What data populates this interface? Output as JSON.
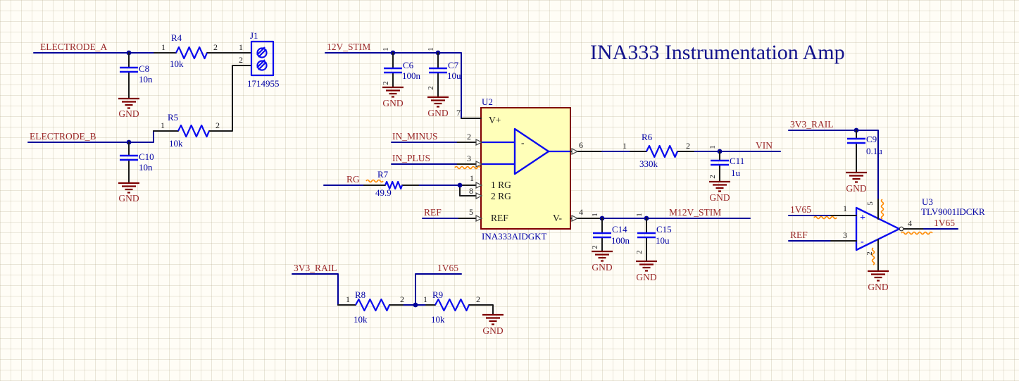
{
  "palette": {
    "background": "#FFFDF6",
    "grid_line": "#E6E0CE",
    "wire_blue": "#000099",
    "component_blue": "#0B0BEE",
    "designator_text": "#0000A5",
    "net_label_text": "#9A2828",
    "gnd_symbol": "#7D0000",
    "part_fill": "#FFFFB9",
    "part_border": "#800000",
    "pin_text": "#1A1A1A",
    "warning_squiggle": "#FF8A00",
    "title_text": "#14148C"
  },
  "title": "INA333 Instrumentation Amp",
  "shared": {
    "pin1": "1",
    "pin2": "2",
    "gnd": "GND"
  },
  "nets": {
    "electrode_a": "ELECTRODE_A",
    "electrode_b": "ELECTRODE_B",
    "stim_12v": "12V_STIM",
    "in_minus": "IN_MINUS",
    "in_plus": "IN_PLUS",
    "rg": "RG",
    "ref": "REF",
    "vin": "VIN",
    "m12v_stim": "M12V_STIM",
    "rail_3v3": "3V3_RAIL",
    "v165": "1V65"
  },
  "components": {
    "r4": {
      "ref": "R4",
      "value": "10k"
    },
    "r5": {
      "ref": "R5",
      "value": "10k"
    },
    "r6": {
      "ref": "R6",
      "value": "330k"
    },
    "r7": {
      "ref": "R7",
      "value": "49.9"
    },
    "r8": {
      "ref": "R8",
      "value": "10k"
    },
    "r9": {
      "ref": "R9",
      "value": "10k"
    },
    "c6": {
      "ref": "C6",
      "value": "100n"
    },
    "c7": {
      "ref": "C7",
      "value": "10u"
    },
    "c8": {
      "ref": "C8",
      "value": "10n"
    },
    "c9": {
      "ref": "C9",
      "value": "0.1u"
    },
    "c10": {
      "ref": "C10",
      "value": "10n"
    },
    "c11": {
      "ref": "C11",
      "value": "1u"
    },
    "c14": {
      "ref": "C14",
      "value": "100n"
    },
    "c15": {
      "ref": "C15",
      "value": "10u"
    },
    "j1": {
      "ref": "J1",
      "value": "1714955"
    },
    "u2": {
      "ref": "U2",
      "value": "INA333AIDGKT",
      "pins": {
        "vplus": {
          "num": "7",
          "name": "V+"
        },
        "inm": {
          "num": "2"
        },
        "inp": {
          "num": "3"
        },
        "rg1": {
          "num": "1",
          "name": "1 RG"
        },
        "rg2": {
          "num": "8",
          "name": "2 RG"
        },
        "ref": {
          "num": "5",
          "name": "REF"
        },
        "out": {
          "num": "6"
        },
        "vminus": {
          "num": "4",
          "name": "V-"
        },
        "minus_mark": "-"
      }
    },
    "u3": {
      "ref": "U3",
      "value": "TLV9001IDCKR",
      "pins": {
        "inp": {
          "num": "1",
          "mark": "+"
        },
        "inm": {
          "num": "3",
          "mark": "-"
        },
        "vplus": {
          "num": "5"
        },
        "vminus": {
          "num": "2"
        },
        "out": {
          "num": "4"
        }
      }
    }
  }
}
